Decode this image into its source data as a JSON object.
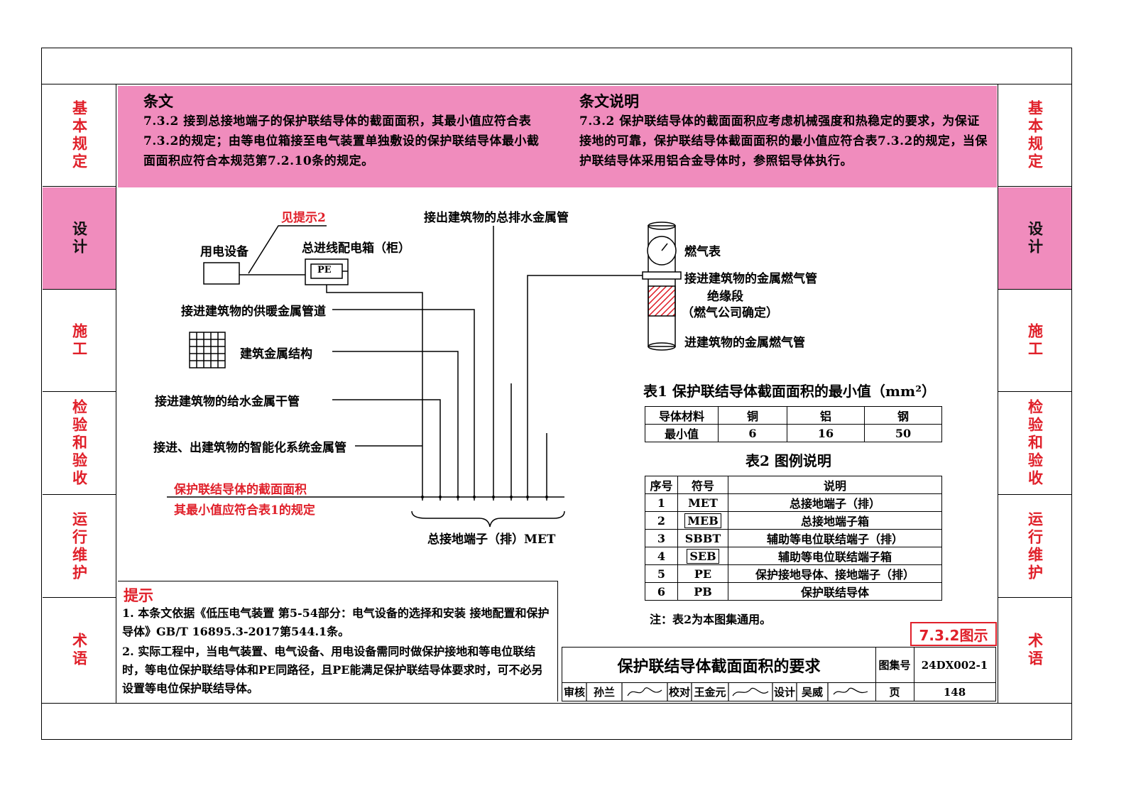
{
  "side_tabs": [
    {
      "label": "基本规定",
      "active": false
    },
    {
      "label": "设计",
      "active": true
    },
    {
      "label": "施工",
      "active": false
    },
    {
      "label": "检验和验收",
      "active": false
    },
    {
      "label": "运行维护",
      "active": false
    },
    {
      "label": "术语",
      "active": false
    }
  ],
  "clause": {
    "title": "条文",
    "text": "7.3.2 接到总接地端子的保护联结导体的截面面积，其最小值应符合表7.3.2的规定；由等电位箱接至电气装置单独敷设的保护联结导体最小截面面积应符合本规范第7.2.10条的规定。"
  },
  "explanation": {
    "title": "条文说明",
    "text": "7.3.2 保护联结导体的截面面积应考虑机械强度和热稳定的要求，为保证接地的可靠，保护联结导体截面面积的最小值应符合表7.3.2的规定，当保护联结导体采用铝合金导体时，参照铝导体执行。"
  },
  "diagram": {
    "see_tip": "见提示2",
    "equipment": "用电设备",
    "main_board": "总进线配电箱（柜）",
    "pe_label": "PE",
    "drain_pipe": "接出建筑物的总排水金属管",
    "heating_pipe": "接进建筑物的供暖金属管道",
    "structure": "建筑金属结构",
    "water_pipe": "接进建筑物的给水金属干管",
    "smart_pipe": "接进、出建筑物的智能化系统金属管",
    "red_note_1": "保护联结导体的截面面积",
    "red_note_2": "其最小值应符合表1的规定",
    "met": "总接地端子（排）MET",
    "gas_meter": "燃气表",
    "gas_pipe_in": "接进建筑物的金属燃气管",
    "insulation": "绝缘段",
    "insulation_note": "（燃气公司确定）",
    "gas_pipe_bottom": "进建筑物的金属燃气管"
  },
  "table1": {
    "title": "表1  保护联结导体截面面积的最小值（mm²）",
    "headers": [
      "导体材料",
      "铜",
      "铝",
      "钢"
    ],
    "row": [
      "最小值",
      "6",
      "16",
      "50"
    ]
  },
  "table2": {
    "title": "表2  图例说明",
    "headers": [
      "序号",
      "符号",
      "说明"
    ],
    "rows": [
      [
        "1",
        "MET",
        "总接地端子（排）"
      ],
      [
        "2",
        "MEB",
        "总接地端子箱"
      ],
      [
        "3",
        "SBBT",
        "辅助等电位联结端子（排）"
      ],
      [
        "4",
        "SEB",
        "辅助等电位联结端子箱"
      ],
      [
        "5",
        "PE",
        "保护接地导体、接地端子（排）"
      ],
      [
        "6",
        "PB",
        "保护联结导体"
      ]
    ],
    "note": "注：表2为本图集通用。"
  },
  "tips": {
    "title": "提示",
    "item1": "1. 本条文依据《低压电气装置 第5-54部分：电气设备的选择和安装 接地配置和保护导体》GB/T 16895.3-2017第544.1条。",
    "item2": "2. 实际工程中，当电气装置、电气设备、用电设备需同时做保护接地和等电位联结时，等电位保护联结导体和PE同路径，且PE能满足保护联结导体要求时，可不必另设置等电位保护联结导体。"
  },
  "sheet_tag": "7.3.2图示",
  "title_block": {
    "title": "保护联结导体截面面积的要求",
    "atlas_label": "图集号",
    "atlas_no": "24DX002-1",
    "review_label": "审核",
    "reviewer": "孙兰",
    "check_label": "校对",
    "checker": "王金元",
    "design_label": "设计",
    "designer": "吴威",
    "page_label": "页",
    "page_no": "148"
  },
  "colors": {
    "pink": "#f08cbd",
    "red": "#e0202a"
  }
}
